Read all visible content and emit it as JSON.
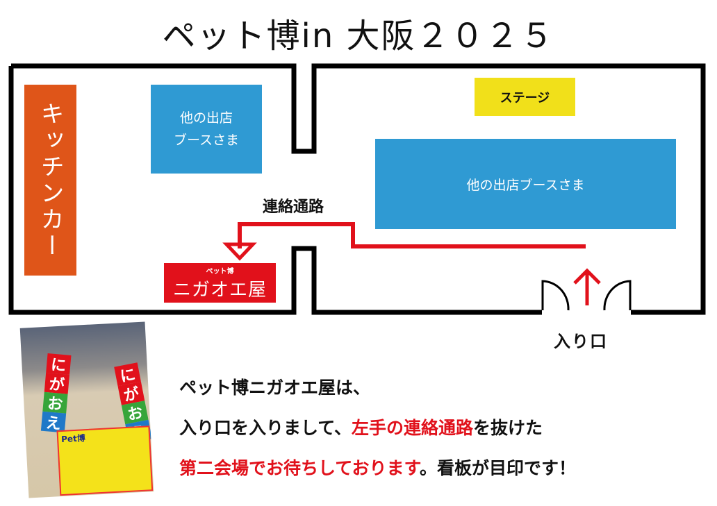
{
  "title": "ペット博in 大阪２０２５",
  "map": {
    "kitchen_car": "キッチンカー",
    "booth_left": [
      "他の出店",
      "ブースさま"
    ],
    "booth_right": "他の出店ブースさま",
    "stage": "ステージ",
    "corridor": "連絡通路",
    "shop_small": "ペット博",
    "shop_name": "ニガオエ屋",
    "entrance": "入り口"
  },
  "photo": {
    "banner_chars": [
      "に",
      "が",
      "お",
      "え"
    ],
    "sign_text": "Pet博"
  },
  "description": {
    "line1": "ペット博ニガオエ屋は、",
    "line2_a": "入り口を入りまして、",
    "line2_b": "左手の連絡通路",
    "line2_c": "を抜けた",
    "line3_a": "第二会場でお待ちしております",
    "line3_b": "。看板が目印です！"
  },
  "colors": {
    "kitchen": "#df5519",
    "booth": "#2f9ad3",
    "stage": "#f1e01a",
    "accent": "#e1111b"
  }
}
